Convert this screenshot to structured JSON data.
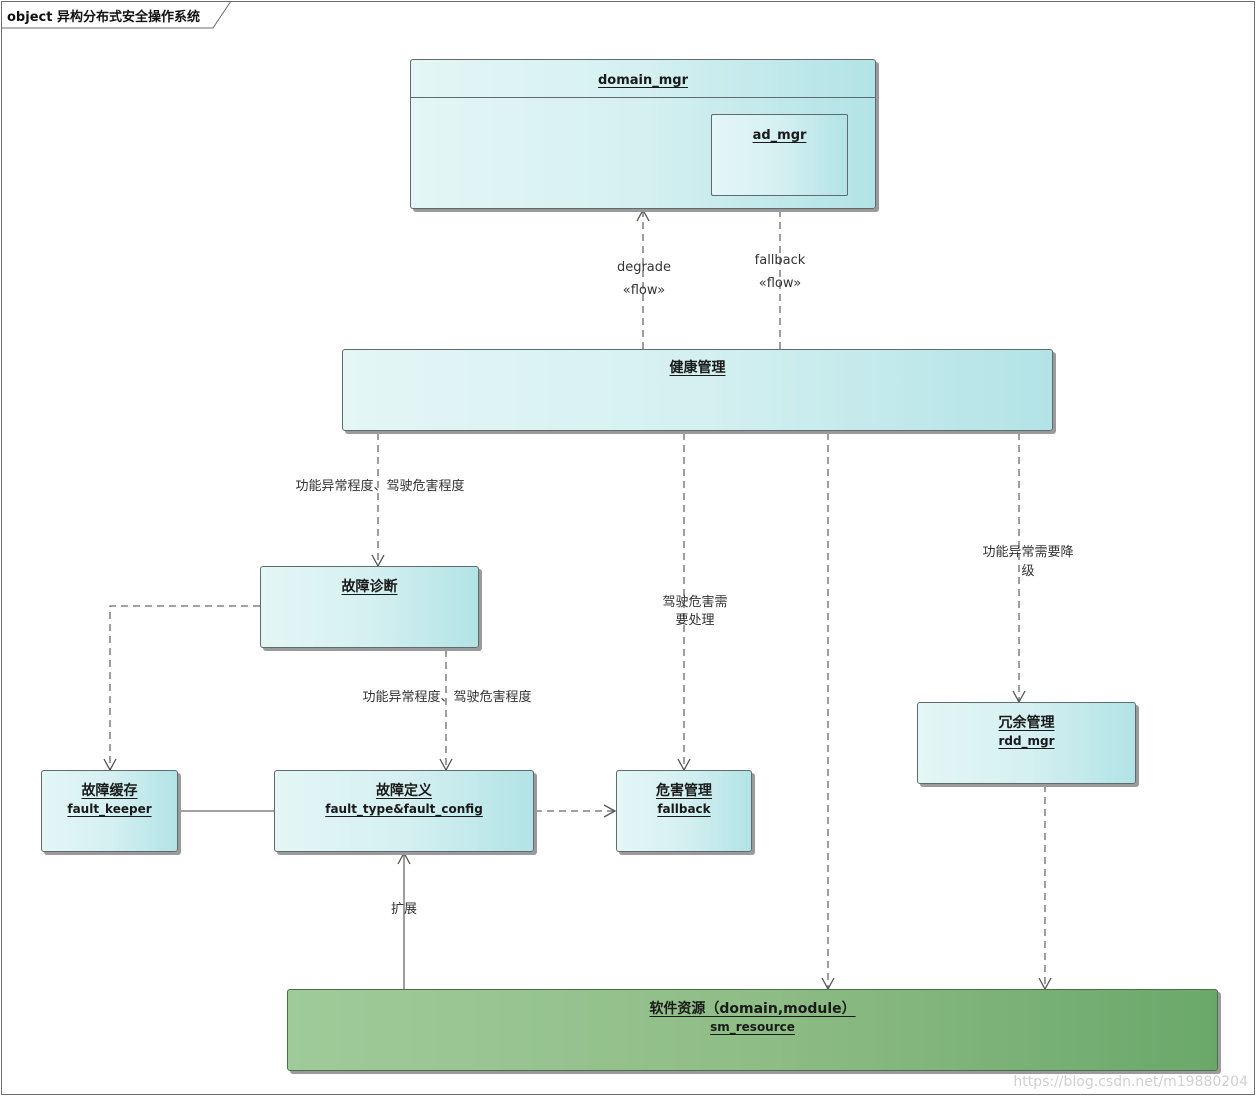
{
  "frame": {
    "title": "object 异构分布式安全操作系统"
  },
  "nodes": {
    "domain_mgr": {
      "title": "domain_mgr"
    },
    "ad_mgr": {
      "title": "ad_mgr"
    },
    "health": {
      "title": "健康管理"
    },
    "diagnosis": {
      "title": "故障诊断"
    },
    "fault_keeper": {
      "title": "故障缓存",
      "sub": "fault_keeper"
    },
    "fault_def": {
      "title": "故障定义",
      "sub": "fault_type&fault_config"
    },
    "hazard": {
      "title": "危害管理",
      "sub": "fallback"
    },
    "redundancy": {
      "title": "冗余管理",
      "sub": "rdd_mgr"
    },
    "resource": {
      "title": "软件资源（domain,module）",
      "sub": "sm_resource"
    }
  },
  "edges": {
    "degrade": {
      "label": "degrade",
      "stereotype": "«flow»"
    },
    "fallback": {
      "label": "fallback",
      "stereotype": "«flow»"
    },
    "health_to_diag": "功能异常程度、驾驶危害程度",
    "health_to_hazard_1": "驾驶危害需",
    "health_to_hazard_2": "要处理",
    "health_to_rdd_1": "功能异常需要降",
    "health_to_rdd_2": "级",
    "diag_to_def": "功能异常程度、驾驶危害程度",
    "resource_to_def": "扩展"
  },
  "watermark": "https://blog.csdn.net/m19880204"
}
